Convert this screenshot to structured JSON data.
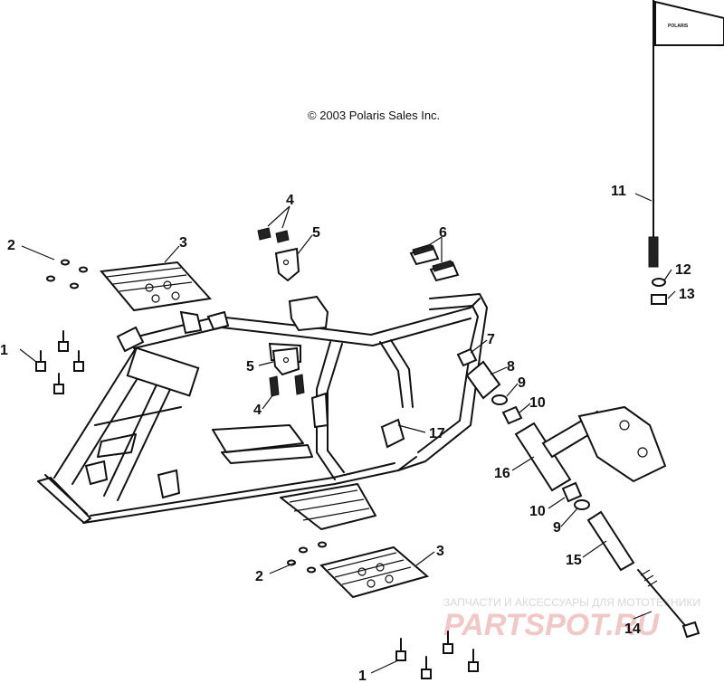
{
  "copyright": "© 2003 Polaris Sales Inc.",
  "flag_text": "POLARIS",
  "watermark": {
    "caption": "ЗАПЧАСТИ И АКСЕССУАРЫ ДЛЯ МОТОТЕХНИКИ",
    "logo": "PARTSPOT.RU"
  },
  "callouts": {
    "c1_left": "1",
    "c1_bottom": "1",
    "c2_top": "2",
    "c2_bottom": "2",
    "c3_top": "3",
    "c3_bottom": "3",
    "c4_top": "4",
    "c4_mid": "4",
    "c5_top": "5",
    "c5_mid": "5",
    "c6": "6",
    "c7": "7",
    "c8": "8",
    "c9_top": "9",
    "c9_bottom": "9",
    "c10_top": "10",
    "c10_bottom": "10",
    "c11": "11",
    "c12": "12",
    "c13": "13",
    "c14": "14",
    "c15": "15",
    "c16": "16",
    "c17": "17"
  }
}
